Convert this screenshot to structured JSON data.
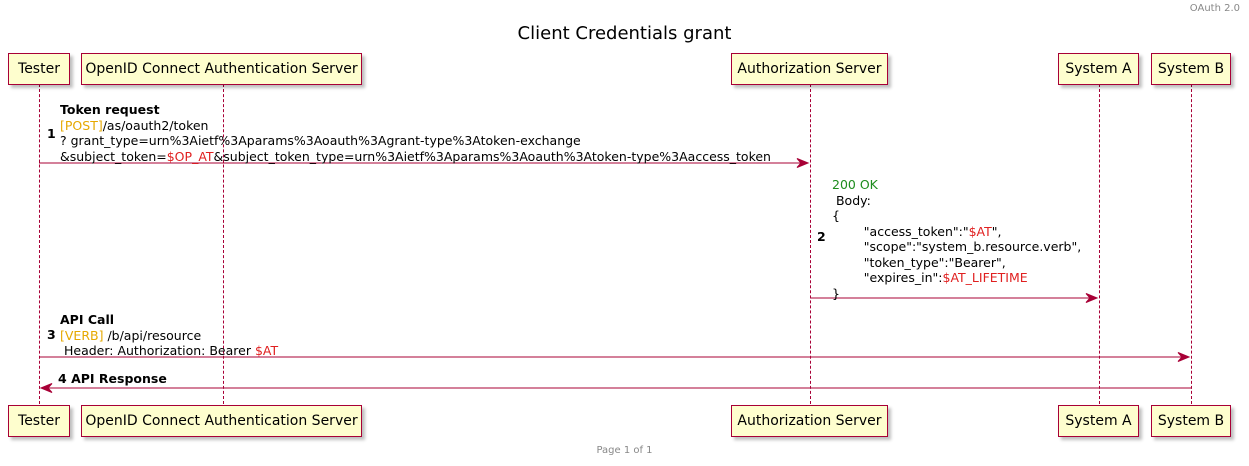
{
  "header": "OAuth 2.0",
  "title": "Client Credentials grant",
  "footer": "Page 1 of 1",
  "participants": [
    "Tester",
    "OpenID Connect Authentication Server",
    "Authorization Server",
    "System A",
    "System B"
  ],
  "messages": [
    {
      "number": "1",
      "title": "Token request",
      "method": "[POST]",
      "path": "/as/oauth2/token",
      "line2": "? grant_type=urn%3Aietf%3Aparams%3Aoauth%3Agrant-type%3Atoken-exchange",
      "line3_prefix": "&subject_token=",
      "line3_var": "$OP_AT",
      "line3_suffix": "&subject_token_type=urn%3Aietf%3Aparams%3Aoauth%3Atoken-type%3Aaccess_token"
    },
    {
      "number": "2",
      "status": "200 OK",
      "body_label": " Body:",
      "open_brace": "{",
      "access_token_prefix": "        \"access_token\":\"",
      "access_token_var": "$AT",
      "access_token_suffix": "\",",
      "scope": "        \"scope\":\"system_b.resource.verb\",",
      "token_type": "        \"token_type\":\"Bearer\",",
      "expires_prefix": "        \"expires_in\":",
      "expires_var": "$AT_LIFETIME",
      "close_brace": "}"
    },
    {
      "number": "3",
      "title": "API Call",
      "method": "[VERB]",
      "path": " /b/api/resource",
      "header_prefix": " Header: Authorization: Bearer ",
      "header_var": "$AT"
    },
    {
      "number": "4",
      "title": "API Response"
    }
  ],
  "colors": {
    "border": "#A80036",
    "participant_fill": "#FEFECE",
    "method": "#E6A800",
    "variable": "#E02020",
    "status": "#1E8C1E"
  }
}
